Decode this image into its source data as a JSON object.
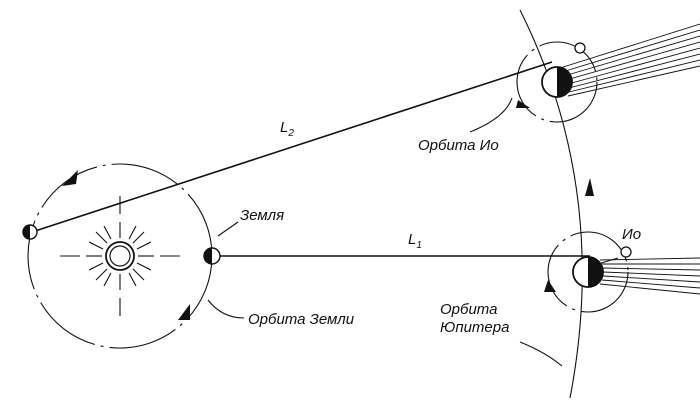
{
  "labels": {
    "io_orbit": "Орбита Ио",
    "earth": "Земля",
    "earth_orbit": "Орбита Земли",
    "jupiter_orbit_line1": "Орбита",
    "jupiter_orbit_line2": "Юпитера",
    "io": "Ио",
    "l1_letter": "L",
    "l1_index": "1",
    "l2_letter": "L",
    "l2_index": "2"
  },
  "colors": {
    "ink": "#111111",
    "paper": "#ffffff"
  },
  "icons": {
    "sun": "sun-icon"
  }
}
